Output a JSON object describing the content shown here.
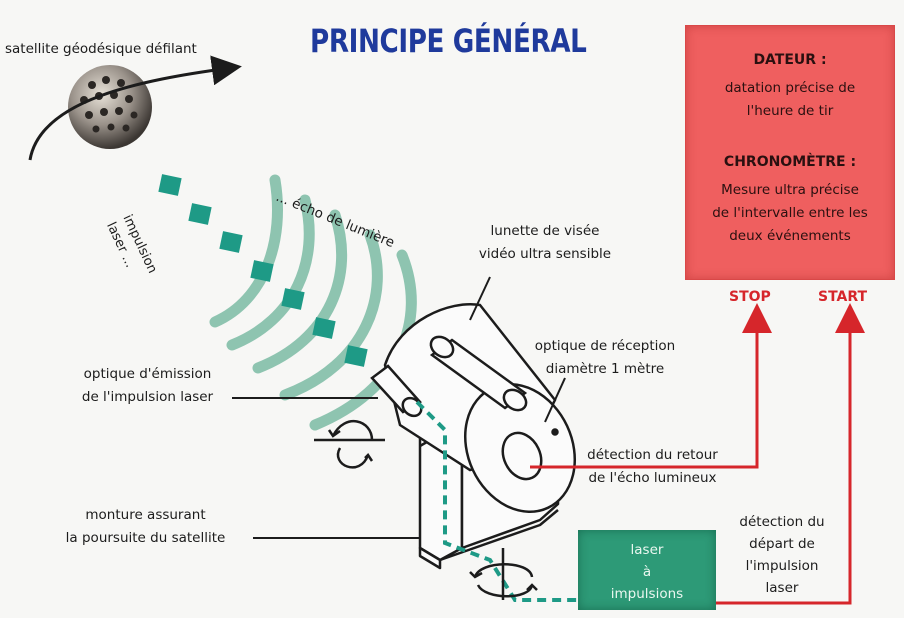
{
  "title": "PRINCIPE GÉNÉRAL",
  "satellite_label": "satellite géodésique défilant",
  "echo_label": "... écho de lumière",
  "pulse_label": [
    "impulsion",
    "laser ..."
  ],
  "scope_label": [
    "lunette de visée",
    "vidéo ultra sensible"
  ],
  "reception_label": [
    "optique de réception",
    "diamètre 1 mètre"
  ],
  "emission_label": [
    "optique d'émission",
    "de l'impulsion laser"
  ],
  "mount_label": [
    "monture assurant",
    "la poursuite du satellite"
  ],
  "return_label": [
    "détection du retour",
    "de l'écho lumineux"
  ],
  "departure_label": [
    "détection du",
    "départ de",
    "l'impulsion",
    "laser"
  ],
  "clock": {
    "dater_title": "DATEUR :",
    "dater_text": [
      "datation précise de",
      "l'heure de tir"
    ],
    "chrono_title": "CHRONOMÈTRE :",
    "chrono_text": [
      "Mesure ultra précise",
      "de l'intervalle entre les",
      "deux événements"
    ]
  },
  "stop_label": "STOP",
  "start_label": "START",
  "laser_box": [
    "laser",
    "à",
    "impulsions"
  ],
  "colors": {
    "title_blue": "#1f3a9c",
    "clock_red": "#ef5f5f",
    "signal_red": "#d6262b",
    "laser_green": "#2d9a77",
    "echo_green": "#8ec4b0",
    "pulse_teal": "#1e9a86"
  }
}
